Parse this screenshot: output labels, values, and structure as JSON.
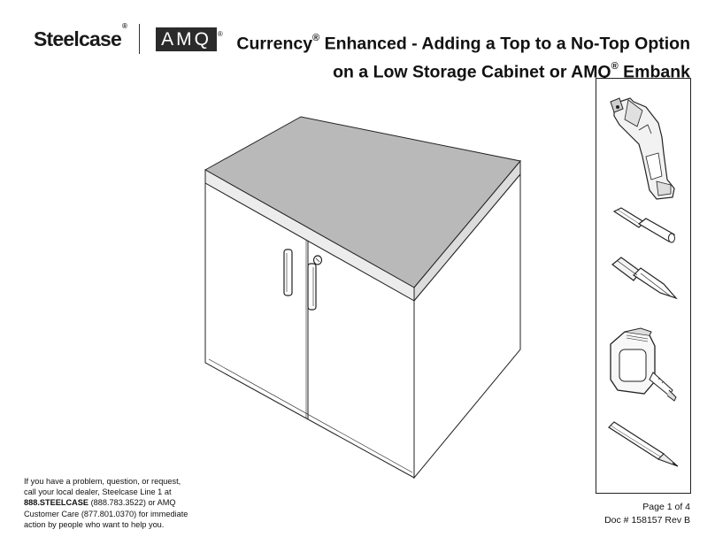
{
  "brand": {
    "steelcase": "Steelcase",
    "amq": "AMQ",
    "reg": "®"
  },
  "title": {
    "line1_a": "Currency",
    "line1_reg": "®",
    "line1_b": " Enhanced - Adding a Top to a No-Top Option",
    "line2_a": "on a Low Storage Cabinet or AMQ",
    "line2_reg": "®",
    "line2_b": " Embank"
  },
  "tools": [
    "drill-icon",
    "bit-holder-icon",
    "phillips-bit-icon",
    "tape-measure-icon",
    "pencil-icon"
  ],
  "help": {
    "line1": "If you have a problem, question, or request,",
    "line2": "call your local dealer, Steelcase Line 1 at",
    "phone_bold": "888.STEELCASE",
    "phone_rest": " (888.783.3522) or AMQ",
    "line4": "Customer Care (877.801.0370) for immediate",
    "line5": "action by people who want to help you."
  },
  "page": {
    "page_label": "Page 1 of 4",
    "doc_label": "Doc # 158157 Rev B"
  }
}
